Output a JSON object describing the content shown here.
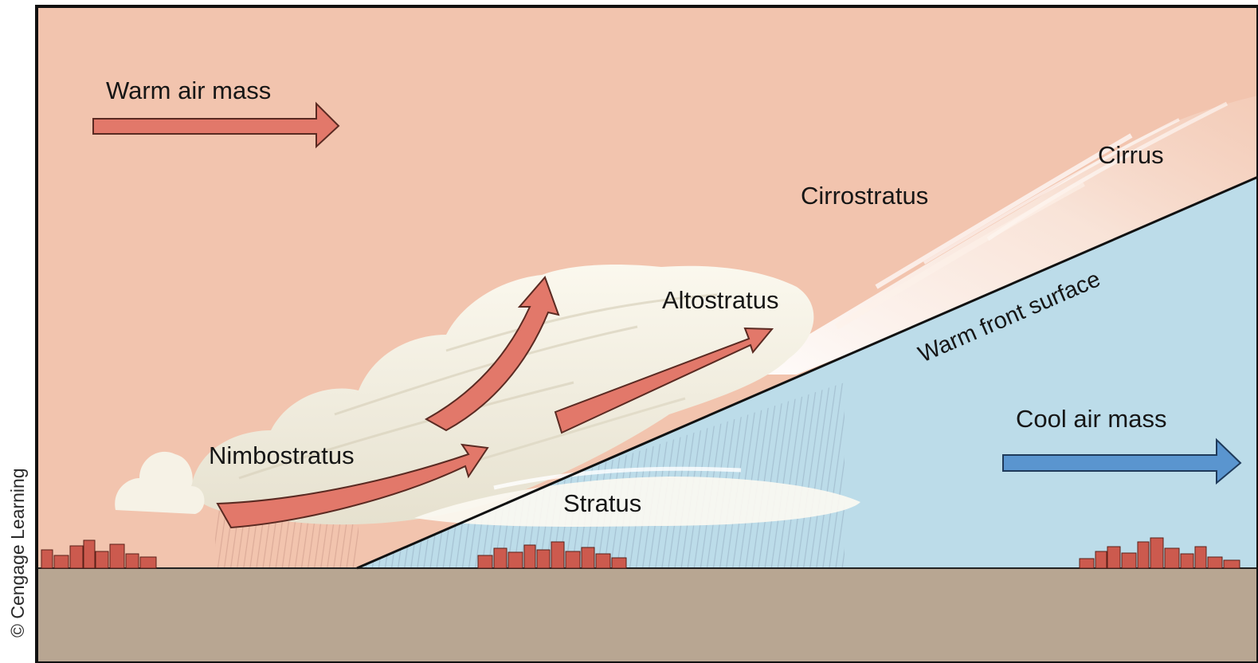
{
  "colors": {
    "warm_air": "#f2c4ae",
    "cool_air": "#bcdce9",
    "ground": "#b8a692",
    "cloud": "#f3f0e4",
    "warm_arrow": "#e2786a",
    "cool_arrow": "#5a95cf",
    "buildings": "#cc5a4e",
    "front_line": "#111111"
  },
  "icons": {
    "warm_arrow": "right-arrow-icon",
    "cool_arrow": "right-arrow-icon",
    "rising_air": "curved-arrow-icon"
  },
  "labels": {
    "warm_air_mass": "Warm air mass",
    "cool_air_mass": "Cool air mass",
    "cirrus": "Cirrus",
    "cirrostratus": "Cirrostratus",
    "altostratus": "Altostratus",
    "nimbostratus": "Nimbostratus",
    "stratus": "Stratus",
    "warm_front_surface": "Warm front surface"
  },
  "credit": "© Cengage Learning"
}
